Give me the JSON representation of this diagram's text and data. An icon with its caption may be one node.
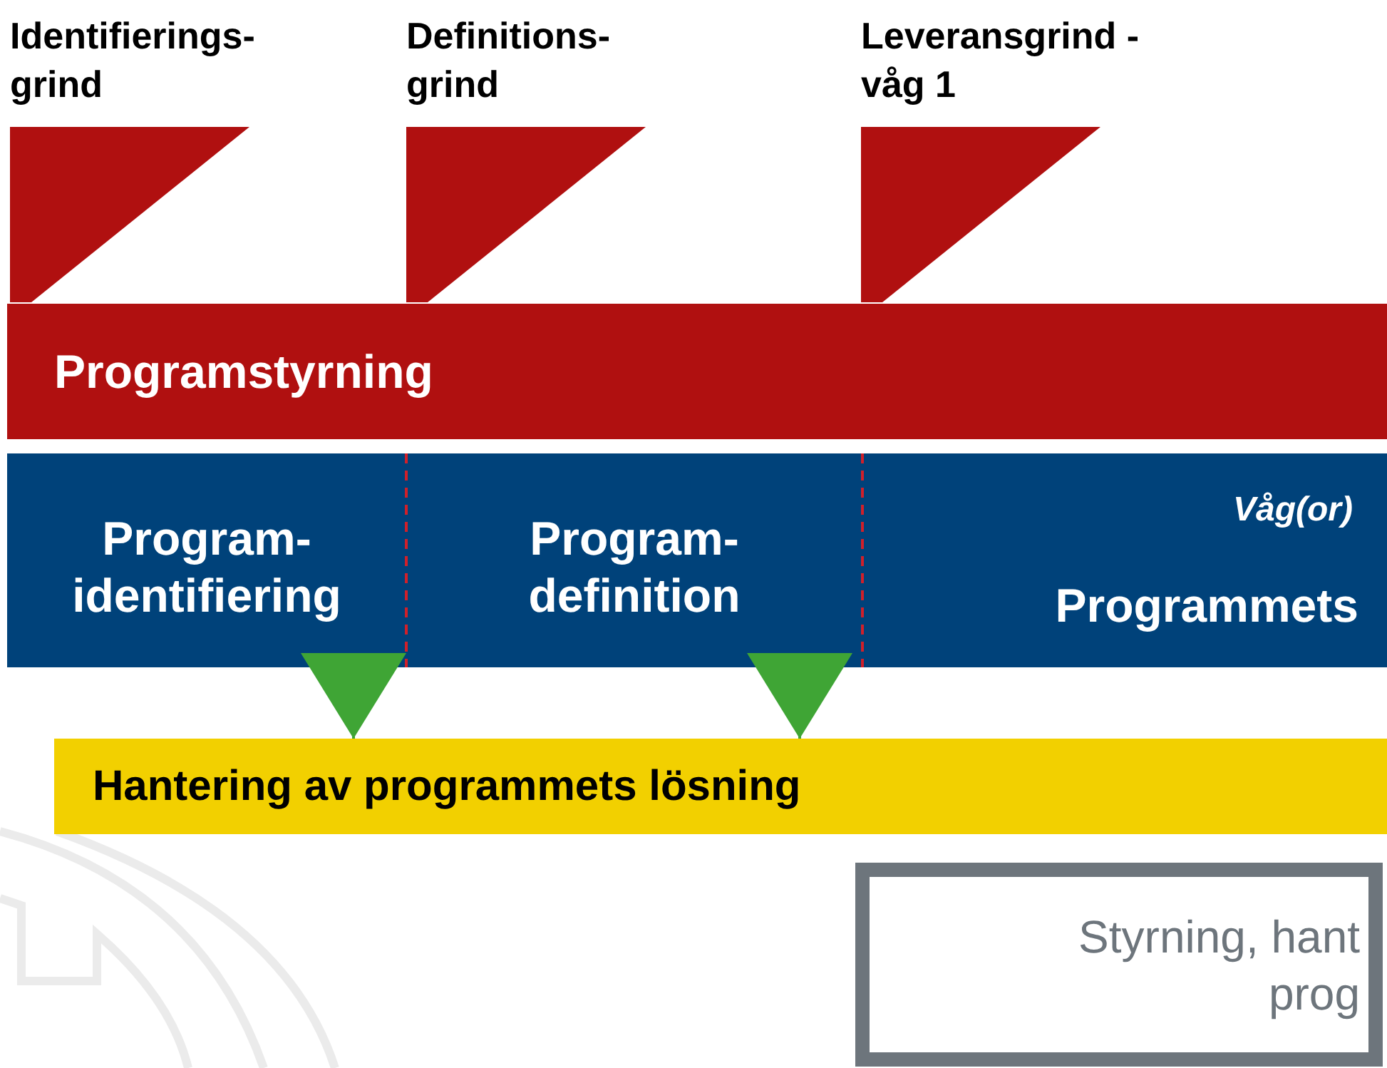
{
  "diagram": {
    "nodes": [
      {
        "text": [
          "Identifierings- grind"
        ]
      },
      {
        "text": [
          "Definitions- grind"
        ]
      },
      {
        "text": [
          "Leveransgrind - våg 1"
        ]
      },
      {
        "text": [
          "Programstyrning"
        ]
      },
      {
        "text": [
          "Program- identifiering"
        ]
      },
      {
        "text": [
          "Program- definition"
        ]
      },
      {
        "text": [
          "Våg(or)",
          "Programmets"
        ]
      },
      {
        "text": [
          "Hantering av programmets lösning"
        ]
      },
      {
        "text": [
          "Styrning, hant prog"
        ]
      }
    ],
    "edges": [
      {
        "from": 4,
        "to": 7,
        "arrow": "to"
      },
      {
        "from": 5,
        "to": 7,
        "arrow": "to"
      }
    ]
  }
}
